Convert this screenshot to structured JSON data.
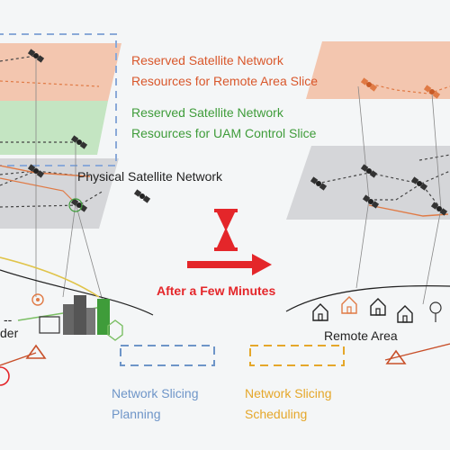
{
  "labels": {
    "remote_slice": [
      "Reserved Satellite Network",
      "Resources for Remote Area Slice"
    ],
    "uam_slice": [
      "Reserved Satellite Network",
      "Resources for UAM Control Slice"
    ],
    "physical": "Physical Satellite Network",
    "after": "After a Few Minutes",
    "remote_area": "Remote Area",
    "planning": [
      "Network Slicing",
      "Planning"
    ],
    "scheduling": [
      "Network Slicing",
      "Scheduling"
    ],
    "partial_dash": "--",
    "partial_der": "der"
  },
  "colors": {
    "orange": "#d9572b",
    "green": "#3f9c3a",
    "red": "#e4262a",
    "blue": "#6e95c8",
    "yellow": "#e5a72a",
    "gray_plane": "#d2d3d5",
    "orange_plane": "#f3c1a6",
    "green_plane": "#bfe3bb"
  },
  "icons": [
    "satellite-icon",
    "hourglass-icon",
    "arrow-right-icon",
    "house-icon",
    "building-icon",
    "drone-icon",
    "ground-station-icon",
    "antenna-icon"
  ]
}
